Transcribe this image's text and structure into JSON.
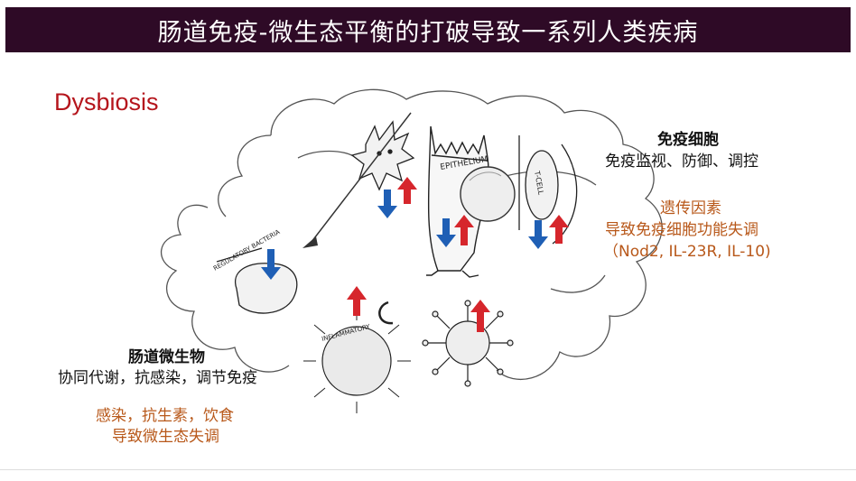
{
  "title": "肠道免疫-微生态平衡的打破导致一系列人类疾病",
  "dysbiosis": "Dysbiosis",
  "immune": {
    "heading": "免疫细胞",
    "line": "免疫监视、防御、调控",
    "genetic_title": "遗传因素",
    "genetic_line": "导致免疫细胞功能失调",
    "genes": "（Nod2, IL-23R, IL-10)"
  },
  "microbes": {
    "heading": "肠道微生物",
    "line": "协同代谢，抗感染，调节免疫",
    "env_line1": "感染，抗生素，饮食",
    "env_line2": "导致微生态失调"
  },
  "labels": {
    "epithelium": "EPITHELIUM",
    "regulatory": "REGULATORY BACTERIA",
    "inflammatory": "INFLAMMATORY",
    "tcell": "T-CELL"
  },
  "colors": {
    "title_bg": "#2e0a26",
    "dysbiosis": "#b5151c",
    "orange_text": "#b8581a",
    "arrow_red": "#d6262c",
    "arrow_blue": "#1f5fb5"
  }
}
